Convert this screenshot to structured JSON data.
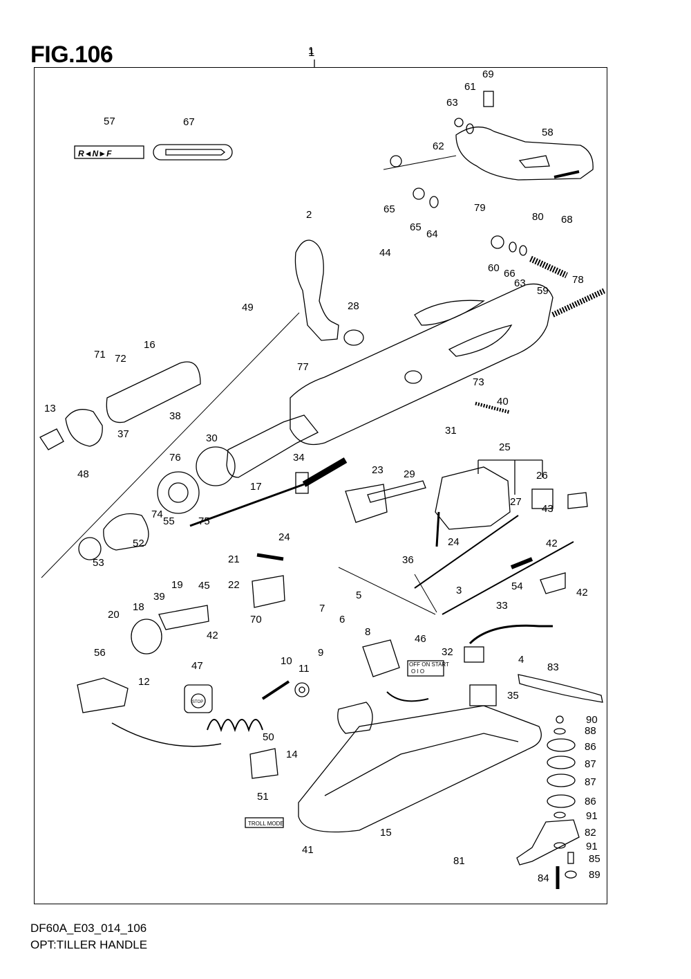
{
  "figure": {
    "title": "FIG.106",
    "assembly_callout": "1"
  },
  "footer": {
    "code": "DF60A_E03_014_106",
    "description": "OPT:TILLER HANDLE"
  },
  "decals": {
    "shift_decal_text": "R◄N►F",
    "switch_panel_text": "OFF ON START",
    "switch_panel_symbols": "O  I  O",
    "stop_label": "STOP",
    "troll_mode_label": "TROLL MODE"
  },
  "callouts": [
    {
      "num": "1"
    },
    {
      "num": "2"
    },
    {
      "num": "3"
    },
    {
      "num": "4"
    },
    {
      "num": "5"
    },
    {
      "num": "6"
    },
    {
      "num": "7"
    },
    {
      "num": "8"
    },
    {
      "num": "9"
    },
    {
      "num": "10"
    },
    {
      "num": "11"
    },
    {
      "num": "12"
    },
    {
      "num": "13"
    },
    {
      "num": "14"
    },
    {
      "num": "15"
    },
    {
      "num": "16"
    },
    {
      "num": "17"
    },
    {
      "num": "18"
    },
    {
      "num": "19"
    },
    {
      "num": "20"
    },
    {
      "num": "21"
    },
    {
      "num": "22"
    },
    {
      "num": "23"
    },
    {
      "num": "24"
    },
    {
      "num": "24"
    },
    {
      "num": "25"
    },
    {
      "num": "26"
    },
    {
      "num": "27"
    },
    {
      "num": "28"
    },
    {
      "num": "29"
    },
    {
      "num": "30"
    },
    {
      "num": "31"
    },
    {
      "num": "32"
    },
    {
      "num": "33"
    },
    {
      "num": "34"
    },
    {
      "num": "35"
    },
    {
      "num": "36"
    },
    {
      "num": "37"
    },
    {
      "num": "38"
    },
    {
      "num": "39"
    },
    {
      "num": "40"
    },
    {
      "num": "41"
    },
    {
      "num": "42"
    },
    {
      "num": "42"
    },
    {
      "num": "42"
    },
    {
      "num": "43"
    },
    {
      "num": "44"
    },
    {
      "num": "45"
    },
    {
      "num": "46"
    },
    {
      "num": "47"
    },
    {
      "num": "48"
    },
    {
      "num": "49"
    },
    {
      "num": "50"
    },
    {
      "num": "51"
    },
    {
      "num": "52"
    },
    {
      "num": "53"
    },
    {
      "num": "54"
    },
    {
      "num": "55"
    },
    {
      "num": "56"
    },
    {
      "num": "57"
    },
    {
      "num": "58"
    },
    {
      "num": "59"
    },
    {
      "num": "60"
    },
    {
      "num": "61"
    },
    {
      "num": "62"
    },
    {
      "num": "63"
    },
    {
      "num": "63"
    },
    {
      "num": "64"
    },
    {
      "num": "65"
    },
    {
      "num": "65"
    },
    {
      "num": "66"
    },
    {
      "num": "67"
    },
    {
      "num": "68"
    },
    {
      "num": "69"
    },
    {
      "num": "70"
    },
    {
      "num": "71"
    },
    {
      "num": "72"
    },
    {
      "num": "73"
    },
    {
      "num": "74"
    },
    {
      "num": "75"
    },
    {
      "num": "76"
    },
    {
      "num": "77"
    },
    {
      "num": "78"
    },
    {
      "num": "79"
    },
    {
      "num": "80"
    },
    {
      "num": "81"
    },
    {
      "num": "82"
    },
    {
      "num": "83"
    },
    {
      "num": "84"
    },
    {
      "num": "85"
    },
    {
      "num": "86"
    },
    {
      "num": "86"
    },
    {
      "num": "87"
    },
    {
      "num": "87"
    },
    {
      "num": "88"
    },
    {
      "num": "89"
    },
    {
      "num": "90"
    },
    {
      "num": "91"
    },
    {
      "num": "91"
    }
  ]
}
